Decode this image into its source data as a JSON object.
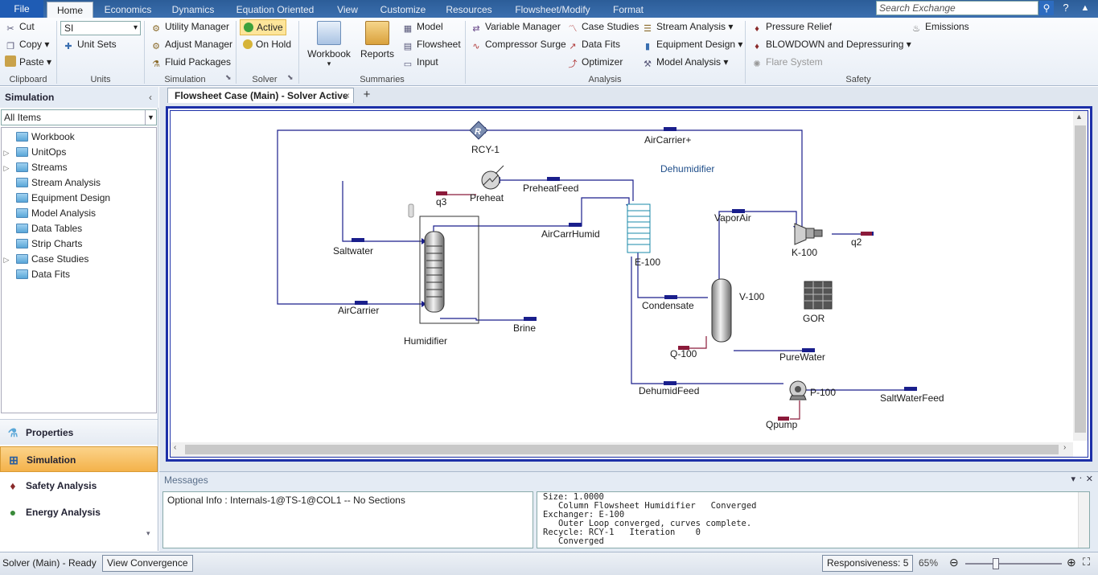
{
  "menu": {
    "file": "File",
    "tabs": [
      "Home",
      "Economics",
      "Dynamics",
      "Equation Oriented",
      "View",
      "Customize",
      "Resources",
      "Flowsheet/Modify",
      "Format"
    ],
    "search_placeholder": "Search Exchange",
    "help": "?",
    "minimize": "▲"
  },
  "ribbon": {
    "clipboard": {
      "cut": "Cut",
      "copy": "Copy",
      "paste": "Paste",
      "group": "Clipboard"
    },
    "units": {
      "value": "SI",
      "unit_sets": "Unit Sets",
      "group": "Units"
    },
    "simulation": {
      "utility_manager": "Utility Manager",
      "adjust_manager": "Adjust Manager",
      "fluid_packages": "Fluid Packages",
      "group": "Simulation"
    },
    "solver": {
      "active": "Active",
      "on_hold": "On Hold",
      "group": "Solver"
    },
    "summaries": {
      "workbook": "Workbook",
      "reports": "Reports",
      "model": "Model",
      "flowsheet": "Flowsheet",
      "input": "Input",
      "group": "Summaries"
    },
    "analysis": {
      "variable_manager": "Variable Manager",
      "compressor_surge": "Compressor Surge",
      "case_studies": "Case Studies",
      "data_fits": "Data Fits",
      "optimizer": "Optimizer",
      "stream_analysis": "Stream Analysis",
      "equipment_design": "Equipment Design",
      "model_analysis": "Model Analysis",
      "group": "Analysis"
    },
    "safety": {
      "pressure_relief": "Pressure Relief",
      "blowdown": "BLOWDOWN and Depressuring",
      "flare_system": "Flare System",
      "emissions": "Emissions",
      "group": "Safety"
    }
  },
  "sidebar": {
    "title": "Simulation",
    "collapse": "‹",
    "filter": "All Items",
    "items": [
      {
        "label": "Workbook",
        "expandable": false
      },
      {
        "label": "UnitOps",
        "expandable": true
      },
      {
        "label": "Streams",
        "expandable": true
      },
      {
        "label": "Stream Analysis",
        "expandable": false
      },
      {
        "label": "Equipment Design",
        "expandable": false
      },
      {
        "label": "Model Analysis",
        "expandable": false
      },
      {
        "label": "Data Tables",
        "expandable": false
      },
      {
        "label": "Strip Charts",
        "expandable": false
      },
      {
        "label": "Case Studies",
        "expandable": true
      },
      {
        "label": "Data Fits",
        "expandable": false
      }
    ],
    "nav": [
      "Properties",
      "Simulation",
      "Safety Analysis",
      "Energy Analysis"
    ]
  },
  "document_tab": {
    "title": "Flowsheet Case (Main) - Solver Active",
    "close": "×",
    "new": "+"
  },
  "flowsheet": {
    "labels": {
      "rcy": "RCY-1",
      "aircarrier_plus": "AirCarrier+",
      "dehumidifier": "Dehumidifier",
      "preheat": "Preheat",
      "preheatfeed": "PreheatFeed",
      "q3": "q3",
      "saltwater": "Saltwater",
      "aircarrhumid": "AirCarrHumid",
      "vaporair": "VaporAir",
      "k100": "K-100",
      "q2": "q2",
      "e100": "E-100",
      "aircarrier": "AirCarrier",
      "condensate": "Condensate",
      "v100": "V-100",
      "gor": "GOR",
      "brine": "Brine",
      "humidifier": "Humidifier",
      "q100": "Q-100",
      "purewater": "PureWater",
      "dehumidfeed": "DehumidFeed",
      "p100": "P-100",
      "saltwaterfeed": "SaltWaterFeed",
      "qpump": "Qpump",
      "r": "R"
    }
  },
  "messages": {
    "title": "Messages",
    "controls": "▾  ᛫  ✕",
    "left": "Optional Info : Internals-1@TS-1@COL1 -- No Sections",
    "right": "Size: 1.0000\n   Column Flowsheet Humidifier   Converged\nExchanger: E-100\n   Outer Loop converged, curves complete.\nRecycle: RCY-1   Iteration    0\n   Converged"
  },
  "status": {
    "solver": "Solver (Main) - Ready",
    "view_convergence": "View Convergence",
    "responsiveness": "Responsiveness: 5",
    "zoom": "65%",
    "zoom_fraction": 0.3
  },
  "colors": {
    "accent": "#1c2fa8",
    "stream": "#1a1f8c",
    "energy": "#8b1a3a"
  }
}
